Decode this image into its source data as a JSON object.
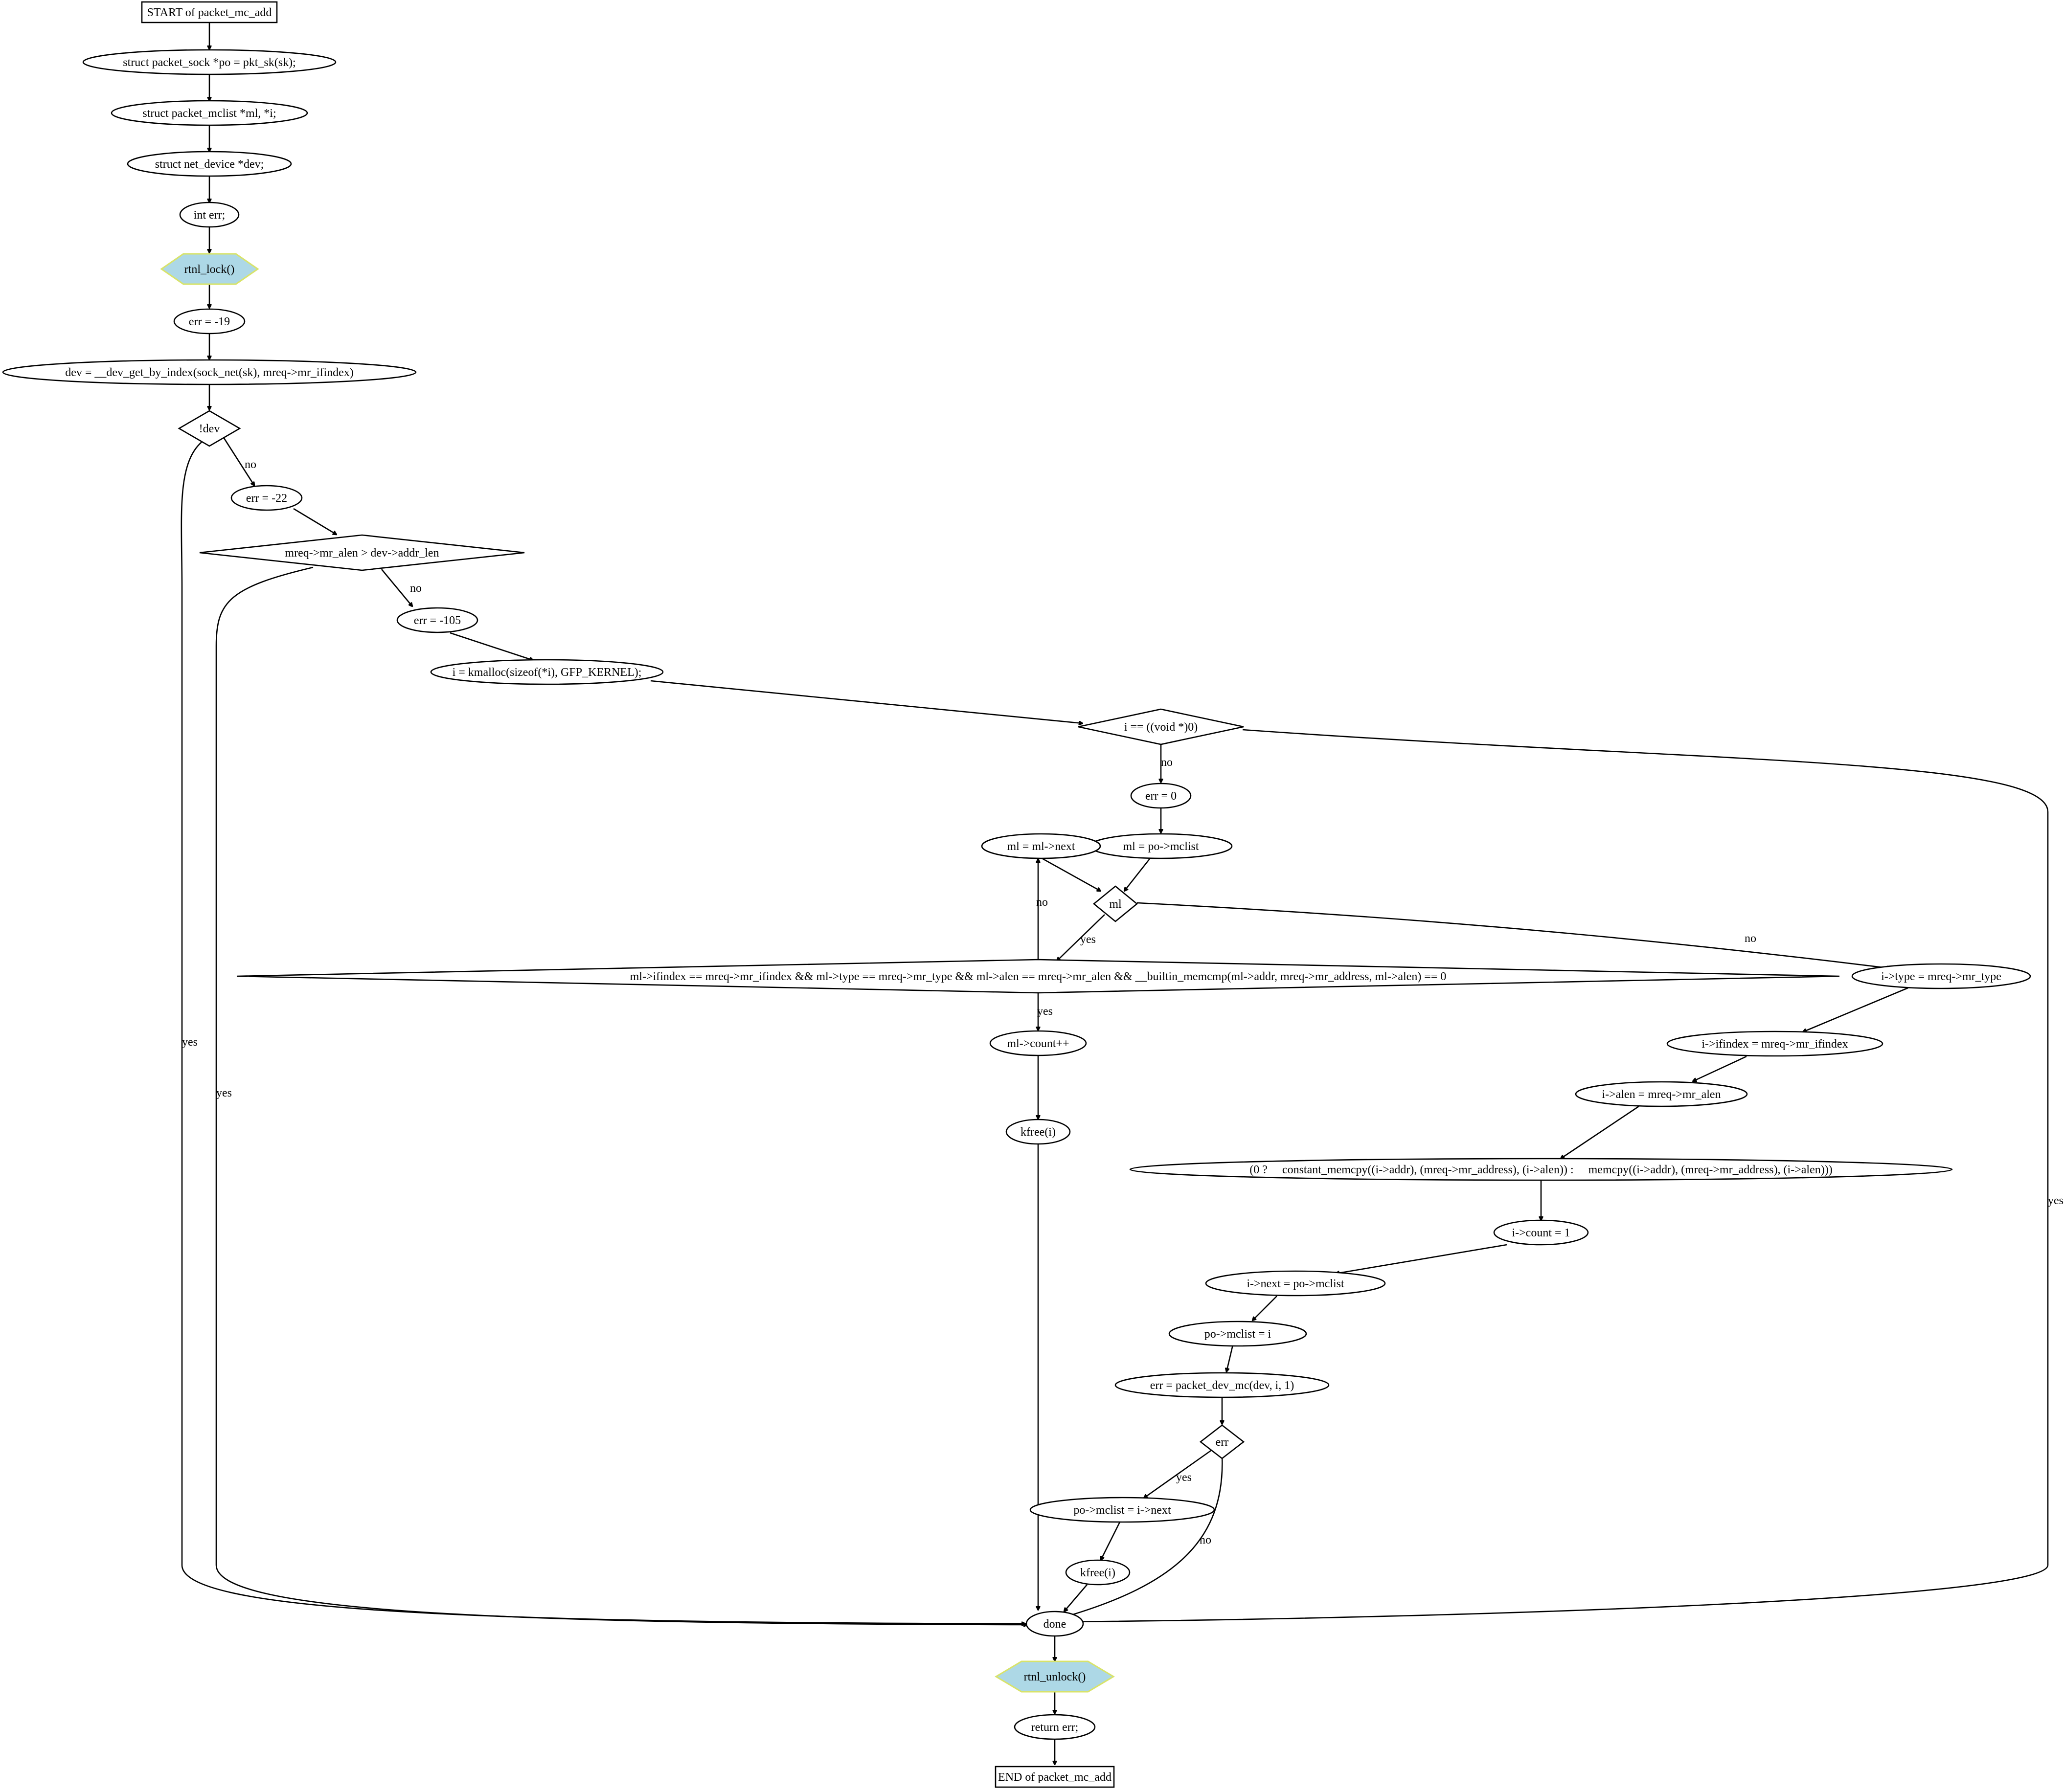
{
  "nodes": {
    "start": "START of packet_mc_add",
    "n_po": "struct packet_sock *po = pkt_sk(sk);",
    "n_ml": "struct packet_mclist *ml, *i;",
    "n_dev": "struct net_device *dev;",
    "n_err": "int err;",
    "n_lock": "rtnl_lock()",
    "n_err19": "err = -19",
    "n_getdev": "dev = __dev_get_by_index(sock_net(sk), mreq->mr_ifindex)",
    "d_notdev": "!dev",
    "n_err22": "err = -22",
    "d_alen": "mreq->mr_alen > dev->addr_len",
    "n_err105": "err = -105",
    "n_kmalloc": "i = kmalloc(sizeof(*i), GFP_KERNEL);",
    "d_inull": "i == ((void *)0)",
    "n_err0": "err = 0",
    "n_mlpo": "ml = po->mclist",
    "n_mlnext": "ml = ml->next",
    "d_ml": "ml",
    "d_match": "ml->ifindex == mreq->mr_ifindex && ml->type == mreq->mr_type && ml->alen == mreq->mr_alen && __builtin_memcmp(ml->addr, mreq->mr_address, ml->alen) == 0",
    "n_count_inc": "ml->count++",
    "n_kfree1": "kfree(i)",
    "n_itype": "i->type = mreq->mr_type",
    "n_iifindex": "i->ifindex = mreq->mr_ifindex",
    "n_ialen": "i->alen = mreq->mr_alen",
    "n_memcpy": "(0 ?     constant_memcpy((i->addr), (mreq->mr_address), (i->alen)) :     memcpy((i->addr), (mreq->mr_address), (i->alen)))",
    "n_icount": "i->count = 1",
    "n_inext": "i->next = po->mclist",
    "n_pomclist": "po->mclist = i",
    "n_devmc": "err = packet_dev_mc(dev, i, 1)",
    "d_err": "err",
    "n_pomclist2": "po->mclist = i->next",
    "n_kfree2": "kfree(i)",
    "n_done": "done",
    "n_unlock": "rtnl_unlock()",
    "n_return": "return err;",
    "end": "END of packet_mc_add"
  },
  "edge_labels": {
    "notdev_yes": "yes",
    "notdev_no": "no",
    "alen_yes": "yes",
    "alen_no": "no",
    "inull_yes": "yes",
    "inull_no": "no",
    "ml_yes": "yes",
    "ml_no": "no",
    "match_yes": "yes",
    "match_no": "no",
    "err_yes": "yes",
    "err_no": "no"
  }
}
